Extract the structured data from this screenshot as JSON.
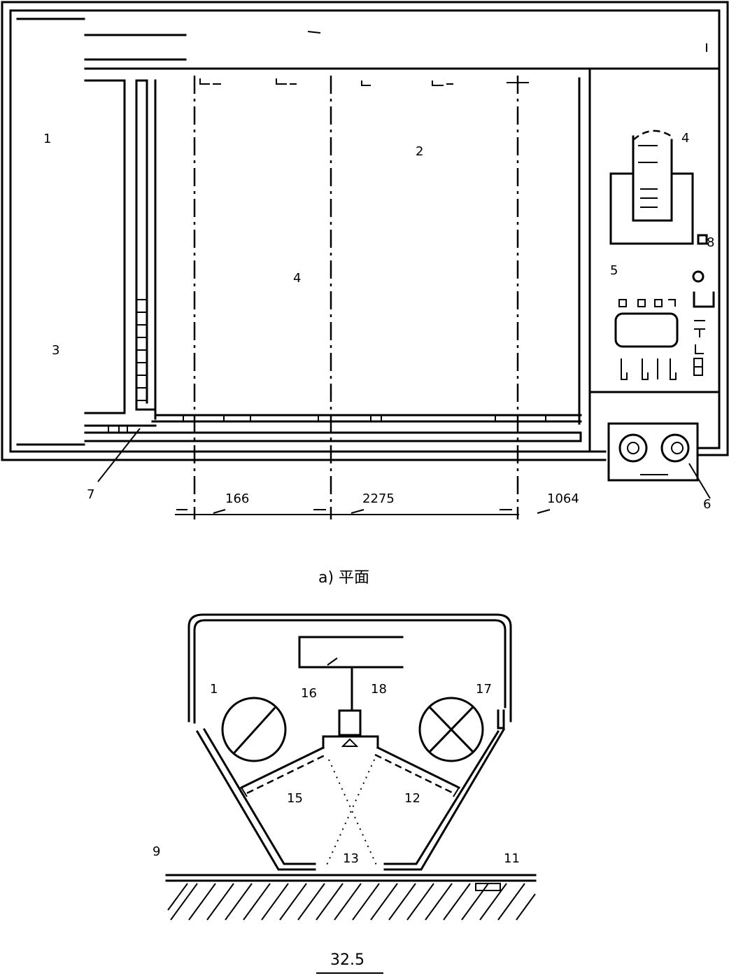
{
  "figure": {
    "plan_view": {
      "caption": "a) 平面",
      "labels": [
        "1",
        "2",
        "3",
        "4",
        "4",
        "5",
        "6",
        "7",
        "8"
      ],
      "dimensions": [
        "166",
        "2275",
        "1064"
      ]
    },
    "section_view": {
      "caption": "32.5",
      "labels": [
        "1",
        "16",
        "18",
        "17",
        "15",
        "12",
        "9",
        "13",
        "11"
      ]
    }
  }
}
